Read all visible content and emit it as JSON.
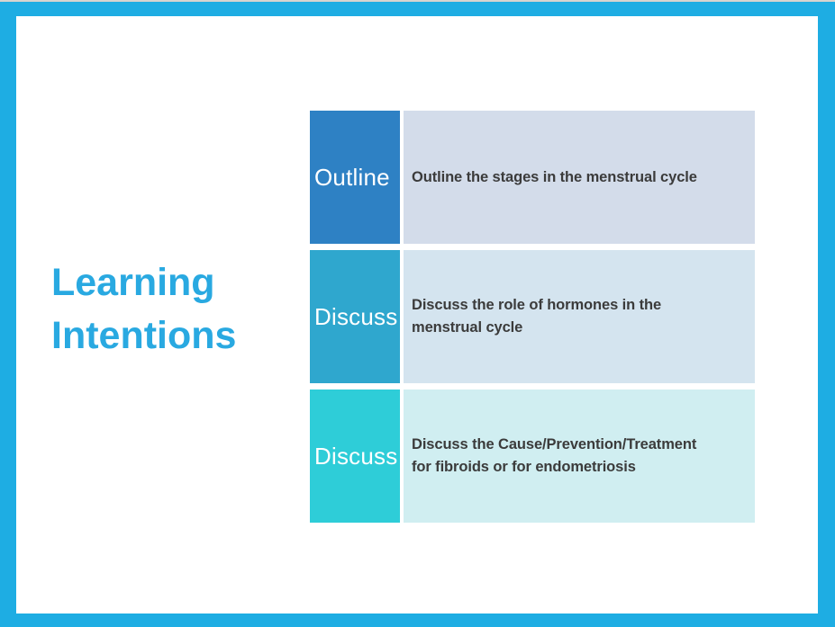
{
  "slide": {
    "title_lines": {
      "0": "Learning",
      "1": "Intentions"
    },
    "title_color": "#29a9e1"
  },
  "frame": {
    "border_color": "#1eade3",
    "top_hairline_color": "#d8d4cf",
    "background_color": "#ffffff"
  },
  "text": {
    "desc_color": "#3b3b3b"
  },
  "rows": {
    "0": {
      "label": "Outline",
      "label_bg": "#2e81c4",
      "desc_bg": "#d3dcea",
      "desc_lines": {
        "0": "Outline the stages in the menstrual cycle"
      }
    },
    "1": {
      "label": "Discuss",
      "label_bg": "#2fa7ce",
      "desc_bg": "#d4e4ef",
      "desc_lines": {
        "0": "Discuss the role of hormones in the",
        "1": "menstrual cycle"
      }
    },
    "2": {
      "label": "Discuss",
      "label_bg": "#2ecdd8",
      "desc_bg": "#d0eef1",
      "desc_lines": {
        "0": "Discuss the Cause/Prevention/Treatment",
        "1": "for fibroids or for endometriosis"
      }
    }
  }
}
